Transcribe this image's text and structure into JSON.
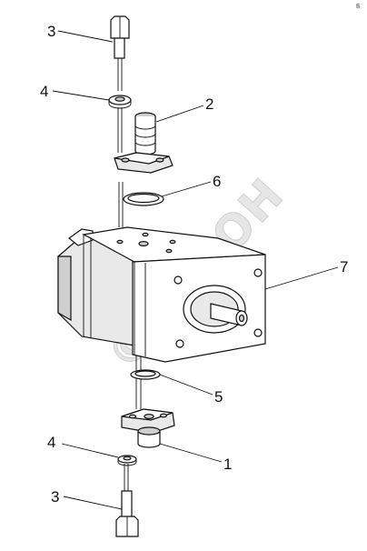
{
  "corner_mark": "Б",
  "watermark": "©БИЗОН",
  "callouts": {
    "bolt_top": "3",
    "washer_top": "4",
    "fitting_top": "2",
    "oring_top": "6",
    "pump_body": "7",
    "oring_bottom": "5",
    "washer_bottom": "4",
    "fitting_bottom": "1",
    "bolt_bottom": "3"
  }
}
